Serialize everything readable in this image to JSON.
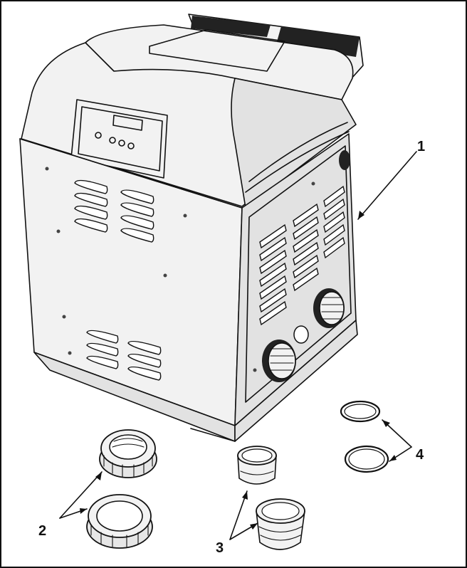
{
  "callouts": [
    {
      "label": "1"
    },
    {
      "label": "2"
    },
    {
      "label": "3"
    },
    {
      "label": "4"
    }
  ],
  "colors": {
    "line": "#111111",
    "fill": "#f2f2f2",
    "shade": "#e2e2e2",
    "background": "#ffffff"
  },
  "parts": {
    "heater": "pool-heater",
    "control_panel_buttons": 4,
    "union_nuts": 2,
    "union_tailpieces": 2,
    "o_rings": 2
  }
}
